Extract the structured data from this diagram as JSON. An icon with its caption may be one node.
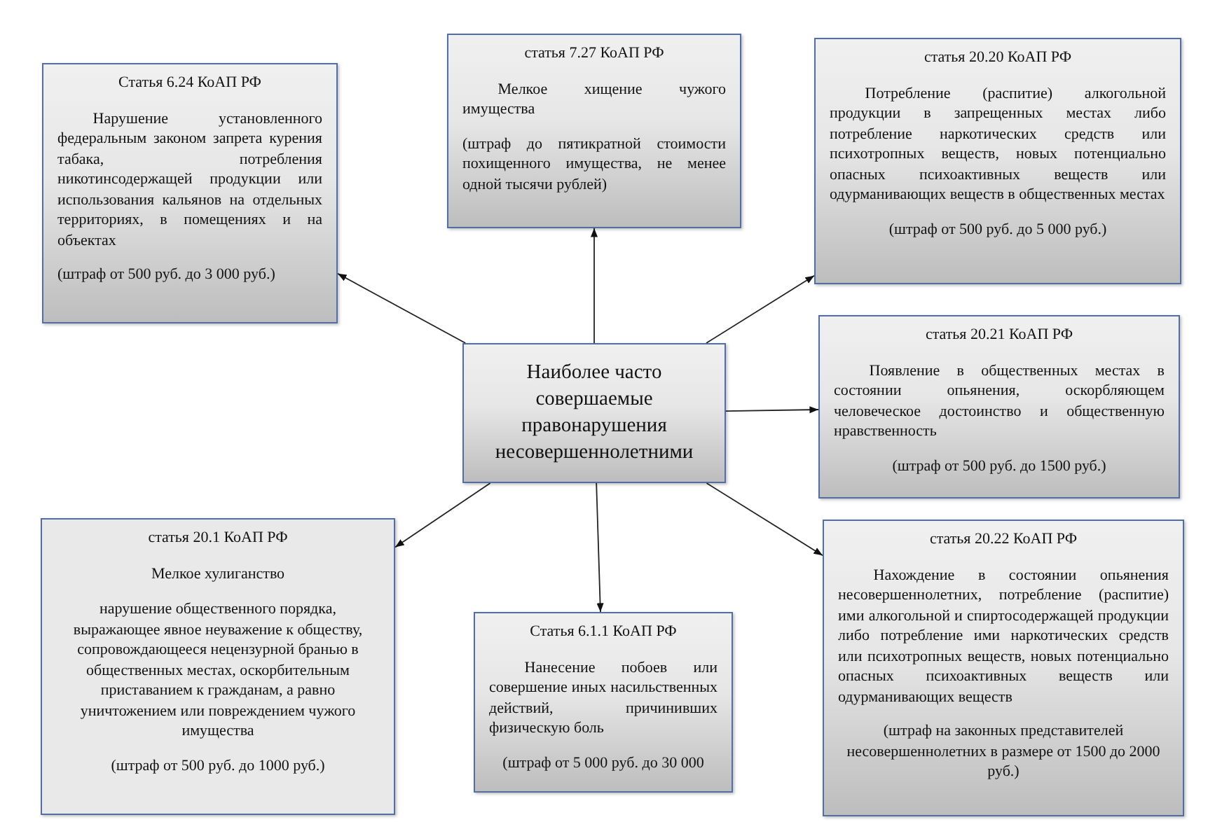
{
  "diagram": {
    "nodes": [
      {
        "text": [
          "Статья 6.24 КоАП РФ",
          "Нарушение установленного федеральным законом запрета курения табака, потребления никотинсодержащей продукции или использования кальянов на отдельных территориях, в помещениях и на объектах",
          "(штраф от 500 руб. до 3 000 руб.)"
        ]
      },
      {
        "text": [
          "статья 7.27 КоАП РФ",
          "Мелкое хищение чужого имущества",
          "(штраф до пятикратной стоимости похищенного имущества, не менее одной тысячи рублей)"
        ]
      },
      {
        "text": [
          "статья 20.20 КоАП РФ",
          "Потребление (распитие) алкогольной продукции в запрещенных местах либо потребление наркотических средств или психотропных веществ, новых потенциально опасных психоактивных веществ или одурманивающих веществ в общественных местах",
          "(штраф от 500 руб. до 5 000 руб.)"
        ]
      },
      {
        "text": [
          "Наиболее часто совершаемые правонарушения несовершеннолетними"
        ]
      },
      {
        "text": [
          "статья 20.21 КоАП РФ",
          "Появление в общественных местах в состоянии опьянения, оскорбляющем человеческое достоинство и общественную нравственность",
          "(штраф от 500 руб.  до 1500 руб.)"
        ]
      },
      {
        "text": [
          "статья 20.1 КоАП РФ",
          "Мелкое хулиганство",
          "нарушение общественного порядка, выражающее явное неуважение к обществу, сопровождающееся нецензурной бранью в общественных местах, оскорбительным приставанием к гражданам, а равно уничтожением или повреждением чужого имущества",
          "(штраф от 500 руб. до 1000 руб.)"
        ]
      },
      {
        "text": [
          "Статья 6.1.1 КоАП РФ",
          "Нанесение побоев или совершение иных насильственных действий, причинивших физическую боль",
          "(штраф от 5 000 руб. до 30 000"
        ]
      },
      {
        "text": [
          "статья 20.22 КоАП РФ",
          "Нахождение в состоянии опьянения несовершеннолетних, потребление (распитие) ими алкогольной и спиртосодержащей продукции либо потребление ими наркотических средств или психотропных веществ, новых потенциально опасных психоактивных веществ или одурманивающих веществ",
          "(штраф на законных представителей несовершеннолетних в размере от 1500 до 2000 руб.)"
        ]
      }
    ],
    "edges": [
      {
        "from": 3,
        "to": 0,
        "arrow": "to"
      },
      {
        "from": 3,
        "to": 1,
        "arrow": "to"
      },
      {
        "from": 3,
        "to": 2,
        "arrow": "to"
      },
      {
        "from": 3,
        "to": 4,
        "arrow": "to"
      },
      {
        "from": 3,
        "to": 5,
        "arrow": "to"
      },
      {
        "from": 3,
        "to": 6,
        "arrow": "to"
      },
      {
        "from": 3,
        "to": 7,
        "arrow": "to"
      }
    ]
  }
}
